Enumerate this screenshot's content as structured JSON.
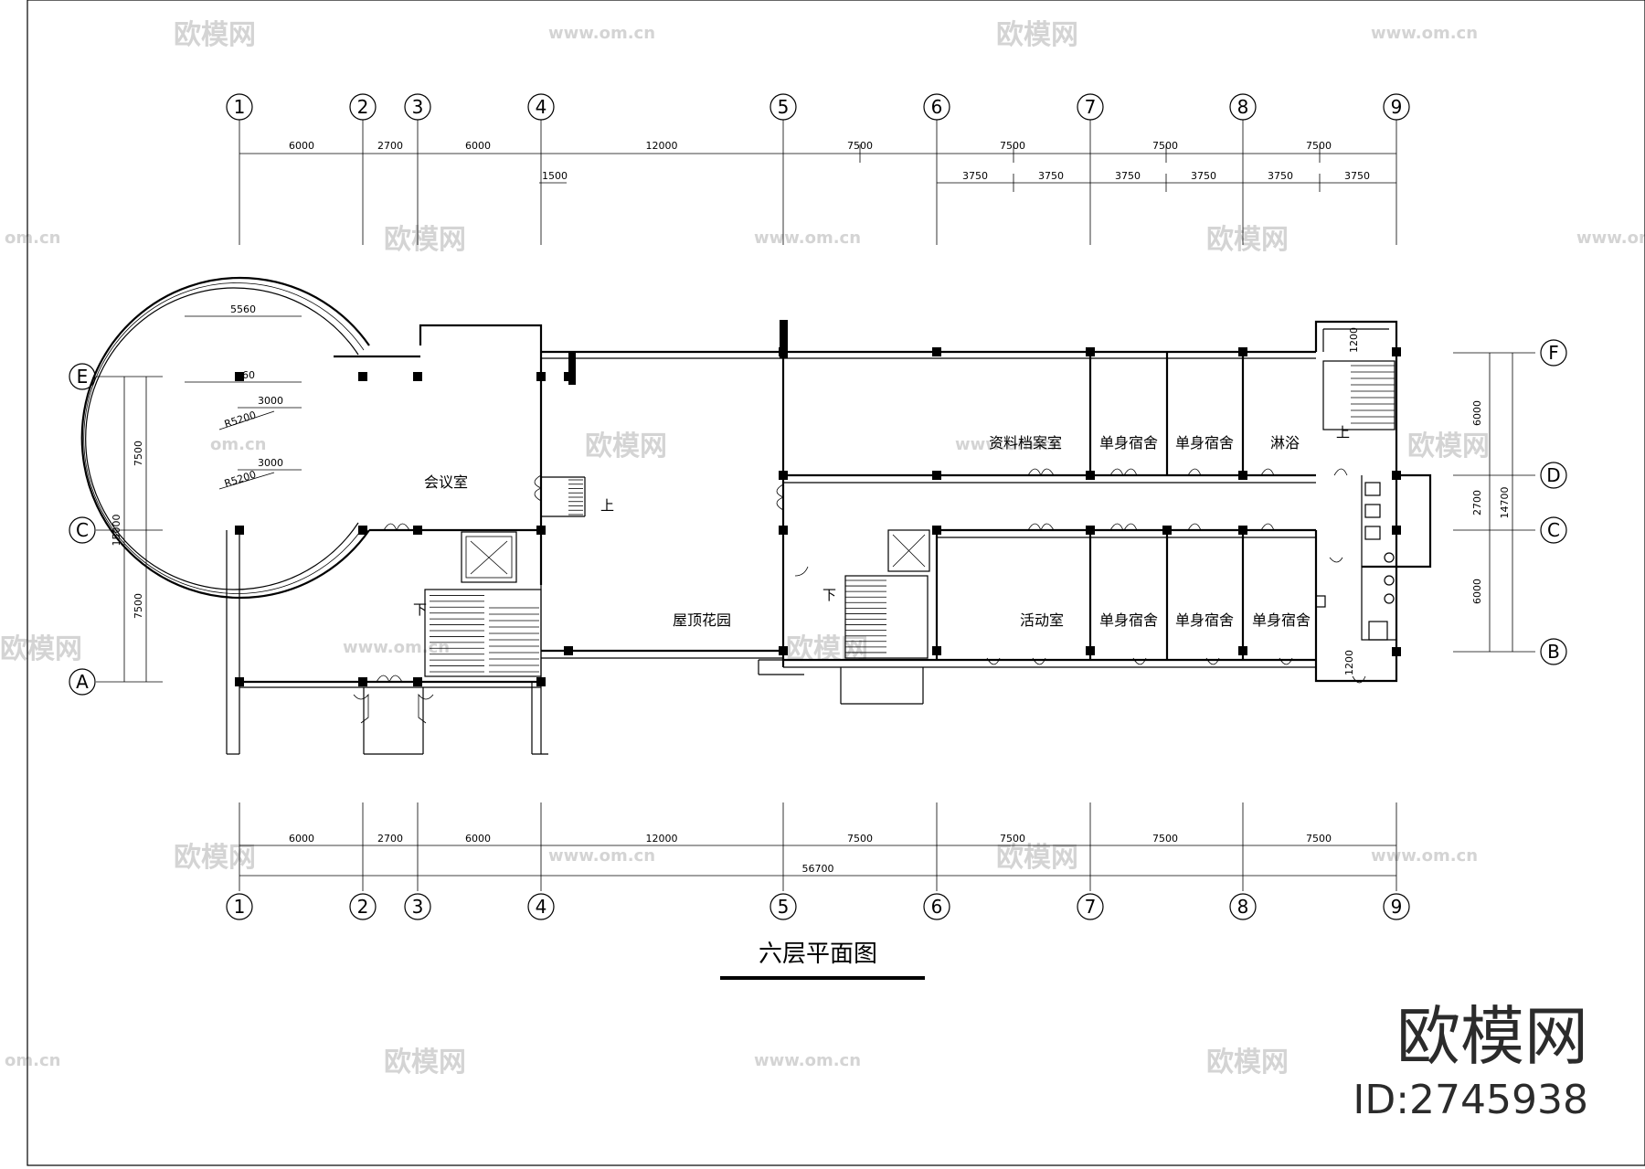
{
  "drawing_title": "六层平面图",
  "watermark": {
    "text": "欧模网",
    "url": "www.om.cn",
    "short_url": "om.cn"
  },
  "logo": {
    "name": "欧模网",
    "id": "ID:2745938"
  },
  "axes_vertical": [
    "1",
    "2",
    "3",
    "4",
    "5",
    "6",
    "7",
    "8",
    "9"
  ],
  "axes_horizontal": [
    "F",
    "E",
    "D",
    "C",
    "B",
    "A"
  ],
  "top_dims": [
    "6000",
    "2700",
    "6000",
    "12000",
    "7500",
    "7500",
    "7500",
    "7500"
  ],
  "top_sub_dim": "1500",
  "top_half_dims": [
    "3750",
    "3750",
    "3750",
    "3750",
    "3750",
    "3750"
  ],
  "bottom_dims": [
    "6000",
    "2700",
    "6000",
    "12000",
    "7500",
    "7500",
    "7500",
    "7500"
  ],
  "bottom_total": "56700",
  "left_dims": {
    "upper": "7500",
    "lower": "7500",
    "total": "15000"
  },
  "right_dims": {
    "upper": "6000",
    "middle": "2700",
    "lower": "6000",
    "total": "14700",
    "stair_top": "1200",
    "stair_bottom": "1200"
  },
  "circle_dims": {
    "chord": "5560",
    "r1": "R5200",
    "r2": "R5200",
    "w1": "3000",
    "w2": "3000",
    "w3": "60"
  },
  "rooms": {
    "meeting": "会议室",
    "roof_garden": "屋顶花园",
    "archive": "资料档案室",
    "dorm1": "单身宿舍",
    "dorm2": "单身宿舍",
    "shower": "淋浴",
    "activity": "活动室",
    "dorm3": "单身宿舍",
    "dorm4": "单身宿舍",
    "dorm5": "单身宿舍"
  },
  "stair_labels": {
    "up1": "上",
    "down1": "下",
    "down2": "下",
    "up2": "上"
  }
}
